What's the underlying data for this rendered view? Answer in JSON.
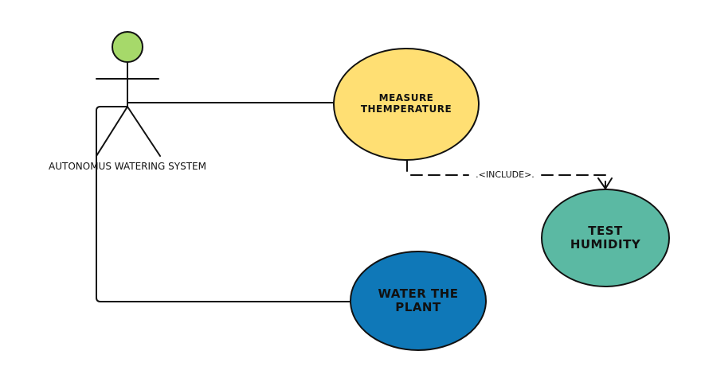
{
  "actor": {
    "name": "AUTONOMUS WATERING SYSTEM",
    "head_color": "#a6d96a"
  },
  "use_cases": [
    {
      "id": "measure",
      "lines": [
        "MEASURE",
        "THEMPERATURE"
      ],
      "fill": "#ffdf73"
    },
    {
      "id": "test",
      "lines": [
        "TEST",
        "HUMIDITY"
      ],
      "fill": "#5bb9a3"
    },
    {
      "id": "water",
      "lines": [
        "WATER THE",
        "PLANT"
      ],
      "fill": "#0f78b8"
    }
  ],
  "relationships": [
    {
      "from": "actor",
      "to": "measure",
      "type": "association",
      "label": ""
    },
    {
      "from": "actor",
      "to": "water",
      "type": "association",
      "label": ""
    },
    {
      "from": "measure",
      "to": "test",
      "type": "include",
      "label": ".<INCLUDE>."
    }
  ]
}
